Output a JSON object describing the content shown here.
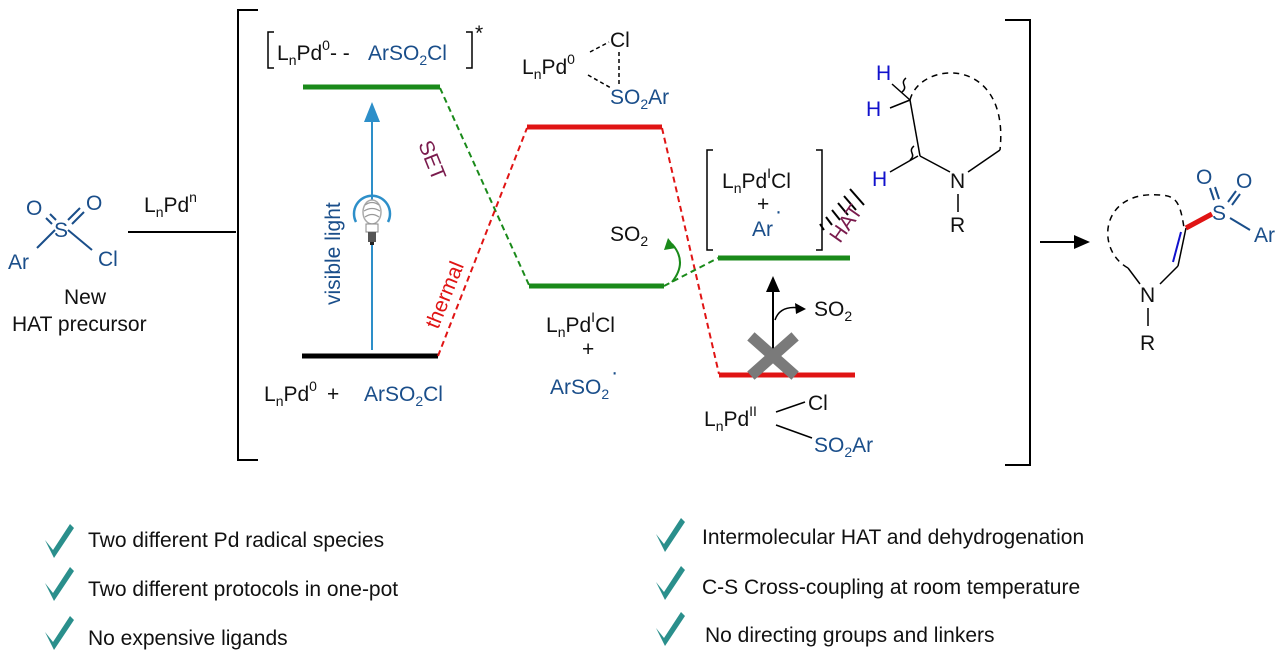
{
  "colors": {
    "green_level": "#1a8a1a",
    "red_level": "#e01414",
    "black_level": "#000000",
    "blue_text": "#1a4e8a",
    "light_arrow": "#2d8fc9",
    "set_label": "#7a1b4d",
    "thermal_label": "#e01414",
    "check": "#2a8f8c",
    "hydrogen": "#1111cc",
    "new_bond": "#e01414"
  },
  "reagent": {
    "atoms": {
      "ar": "Ar",
      "s": "S",
      "o1": "O",
      "o2": "O",
      "cl": "Cl"
    },
    "caption_line1": "New",
    "caption_line2": "HAT precursor"
  },
  "catalyst": {
    "main": "L",
    "n": "n",
    "pd": "Pd",
    "sup": "n"
  },
  "excited": {
    "pd": "L",
    "n": "n",
    "pd2": "Pd",
    "zero": "0",
    "dash": "- -",
    "ar": "ArSO",
    "two": "2",
    "cl": "Cl",
    "star": "*"
  },
  "ground": {
    "l": "L",
    "n": "n",
    "pd": "Pd",
    "zero": "0",
    "plus": "+",
    "ar": "ArSO",
    "two": "2",
    "cl": "Cl"
  },
  "labels": {
    "visible_light": "visible light",
    "set": "SET",
    "thermal": "thermal",
    "hat": "HAT",
    "so2_top": "SO",
    "so2_top_sub": "2",
    "so2_right": "SO",
    "so2_right_sub": "2"
  },
  "ts1": {
    "l": "L",
    "n": "n",
    "pd": "Pd",
    "zero": "0",
    "cl": "Cl",
    "so": "SO",
    "two": "2",
    "ar": "Ar"
  },
  "radical1": {
    "l": "L",
    "n": "n",
    "pd": "Pd",
    "one": "I",
    "cl": "Cl",
    "plus": "+",
    "ar": "ArSO",
    "two": "2",
    "dot": "·"
  },
  "bracket_inner": {
    "l": "L",
    "n": "n",
    "pd": "Pd",
    "one": "I",
    "cl": "Cl",
    "plus": "+",
    "ar": "Ar",
    "dot": "·"
  },
  "pd2": {
    "l": "L",
    "n": "n",
    "pd": "Pd",
    "two": "II",
    "cl": "Cl",
    "so": "SO",
    "sub": "2",
    "ar": "Ar"
  },
  "amine": {
    "h1": "H",
    "h2": "H",
    "h3": "H",
    "n": "N",
    "r": "R"
  },
  "product": {
    "s": "S",
    "o1": "O",
    "o2": "O",
    "ar": "Ar",
    "n": "N",
    "r": "R"
  },
  "bullets_left": [
    "Two different Pd radical species",
    "Two different protocols in one-pot",
    "No expensive ligands"
  ],
  "bullets_right": [
    "Intermolecular HAT and dehydrogenation",
    "C-S Cross-coupling at room temperature",
    "No directing groups and linkers"
  ]
}
